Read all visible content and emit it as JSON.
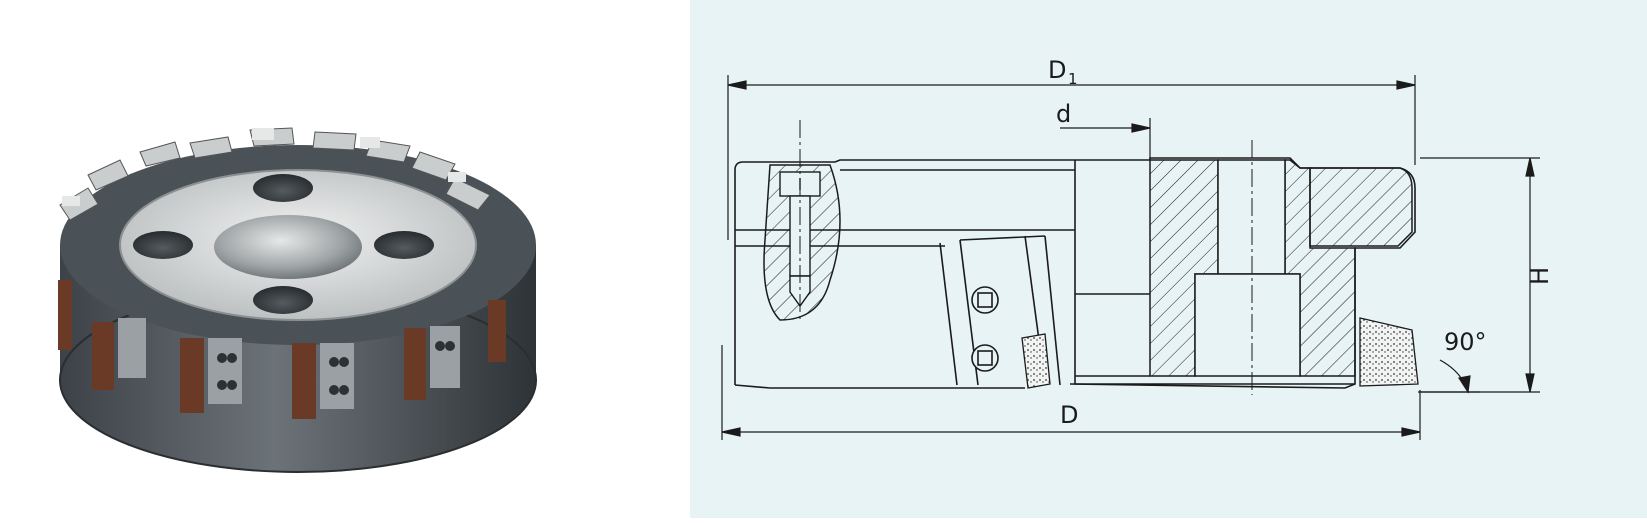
{
  "drawing": {
    "dim_D1": "D",
    "dim_D1_sub": "1",
    "dim_d": "d",
    "dim_D": "D",
    "dim_H": "H",
    "angle_label": "90°"
  },
  "colors": {
    "drawing_background": "#e7f3f5",
    "line": "#1b1b1b",
    "cutter_body": "#5a6168",
    "cutter_face": "#d9dcdc",
    "insert_brown": "#6a3a26"
  }
}
